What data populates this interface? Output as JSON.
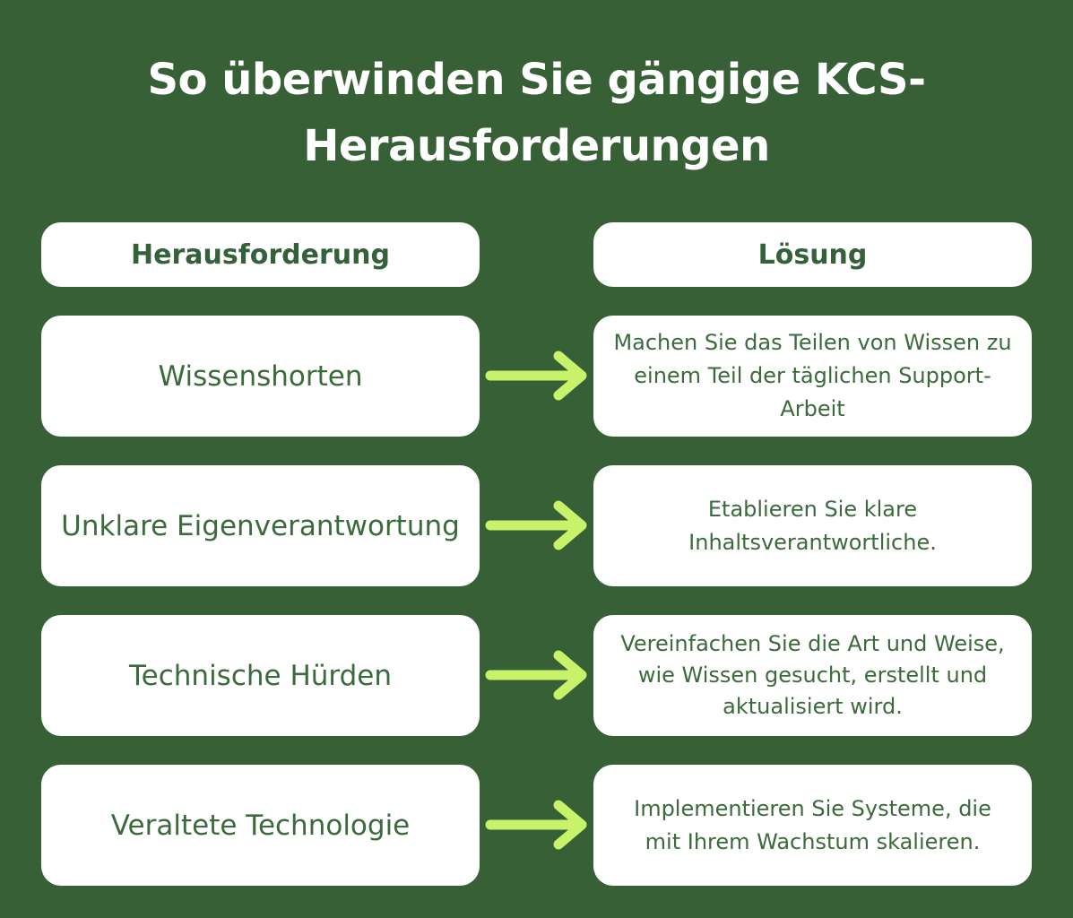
{
  "title": {
    "line1": "So überwinden Sie gängige KCS-",
    "line2": "Herausforderungen"
  },
  "headers": {
    "left": "Herausforderung",
    "right": "Lösung"
  },
  "rows": [
    {
      "challenge": "Wissenshorten",
      "solution": "Machen Sie das Teilen von Wissen zu einem Teil der täglichen Support-Arbeit"
    },
    {
      "challenge": "Unklare Eigenverantwortung",
      "solution": "Etablieren Sie klare Inhaltsverantwortliche."
    },
    {
      "challenge": "Technische Hürden",
      "solution": "Vereinfachen Sie die Art und Weise, wie Wissen gesucht, erstellt und aktualisiert wird."
    },
    {
      "challenge": "Veraltete Technologie",
      "solution": "Implementieren Sie Systeme, die mit Ihrem Wachstum skalieren."
    }
  ],
  "colors": {
    "background": "#376037",
    "card": "#ffffff",
    "text": "#3b6a3b",
    "arrow": "#c9f26b"
  }
}
